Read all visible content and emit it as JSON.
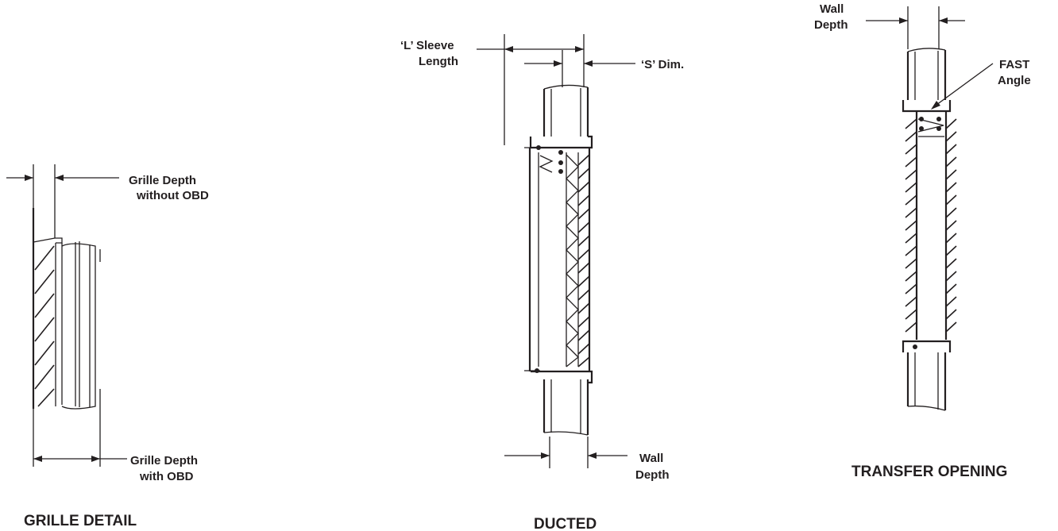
{
  "grille_detail": {
    "label_without_obd_1": "Grille Depth",
    "label_without_obd_2": "without OBD",
    "label_with_obd_1": "Grille Depth",
    "label_with_obd_2": "with OBD",
    "title": "GRILLE DETAIL"
  },
  "ducted": {
    "label_sleeve_1": "‘L’ Sleeve",
    "label_sleeve_2": "Length",
    "label_s_dim": "‘S’ Dim.",
    "label_wall_1": "Wall",
    "label_wall_2": "Depth",
    "title": "DUCTED"
  },
  "transfer_opening": {
    "label_wall_1": "Wall",
    "label_wall_2": "Depth",
    "label_fast_1": "FAST",
    "label_fast_2": "Angle",
    "title": "TRANSFER OPENING"
  }
}
